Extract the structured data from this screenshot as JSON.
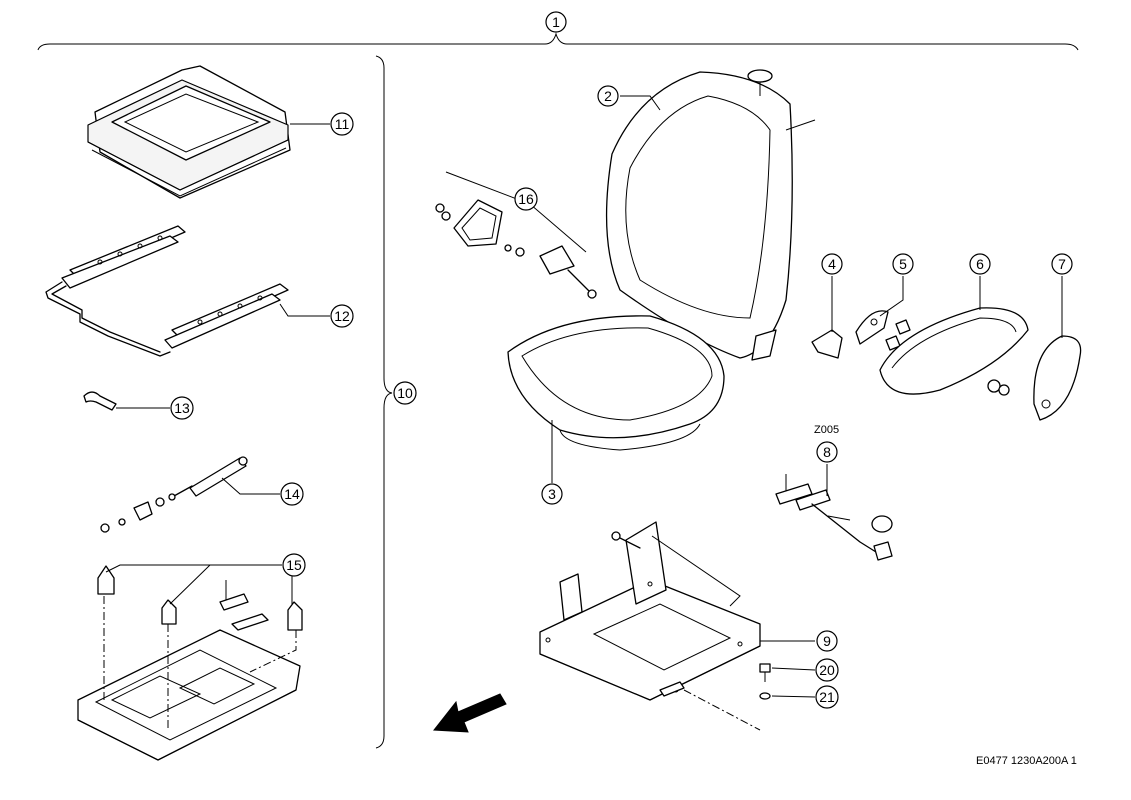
{
  "callouts": {
    "c1": "1",
    "c2": "2",
    "c3": "3",
    "c4": "4",
    "c5": "5",
    "c6": "6",
    "c7": "7",
    "c8": "8",
    "c9": "9",
    "c10": "10",
    "c11": "11",
    "c12": "12",
    "c13": "13",
    "c14": "14",
    "c15": "15",
    "c16": "16",
    "c20": "20",
    "c21": "21"
  },
  "labels": {
    "z005": "Z005",
    "figure_id": "E0477 1230A200A 1"
  },
  "icons": {
    "direction_arrow": "front-direction-arrow-icon"
  }
}
